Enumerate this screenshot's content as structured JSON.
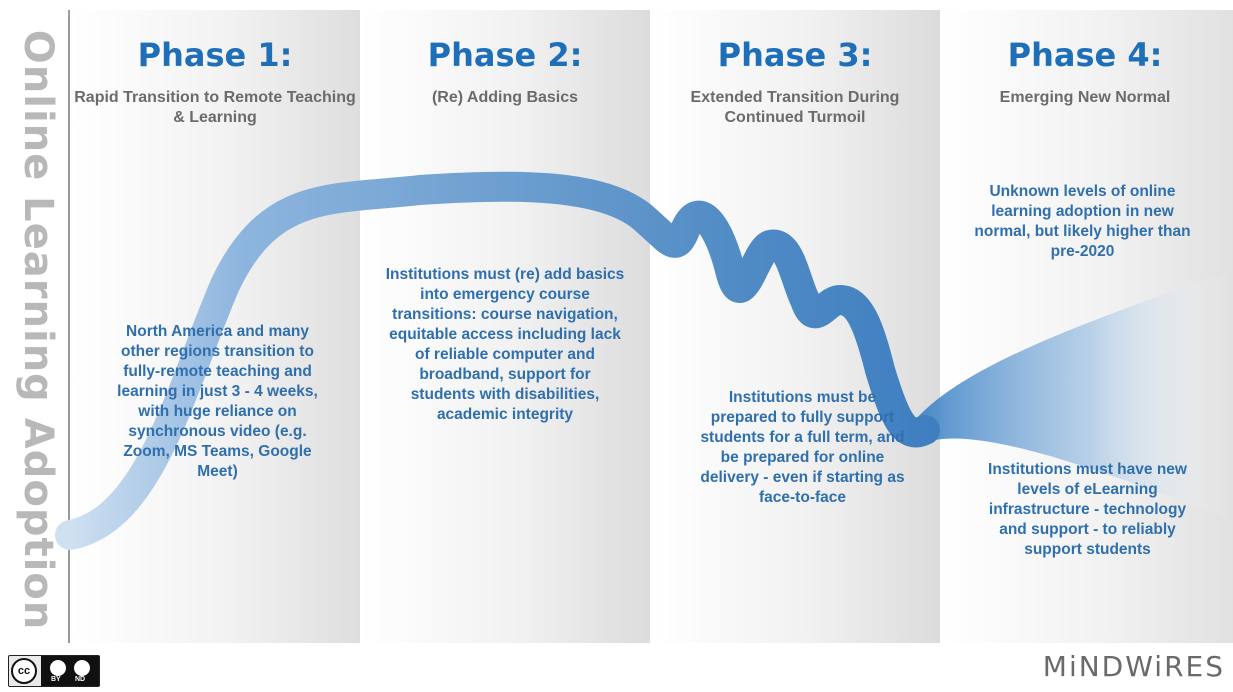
{
  "vertical_title": "Online Learning Adoption",
  "phases": [
    {
      "title": "Phase 1:",
      "subtitle": "Rapid Transition to Remote Teaching & Learning",
      "body": "North America and many other regions transition to fully-remote teaching and learning in just 3 - 4 weeks, with huge reliance on synchronous video (e.g. Zoom, MS Teams, Google Meet)"
    },
    {
      "title": "Phase 2:",
      "subtitle": "(Re) Adding Basics",
      "body": "Institutions must (re) add basics into emergency course transitions: course navigation, equitable access including lack of reliable computer and broadband, support for students with disabilities, academic integrity"
    },
    {
      "title": "Phase 3:",
      "subtitle": "Extended Transition During Continued Turmoil",
      "body": "Institutions must be prepared to fully support students for a full term, and be prepared for online delivery - even if starting as face-to-face"
    },
    {
      "title": "Phase 4:",
      "subtitle": "Emerging New Normal",
      "body_top": "Unknown levels of online learning adoption in new normal, but likely higher than pre-2020",
      "body_bottom": "Institutions must have new levels of eLearning infrastructure - technology and support - to reliably support students"
    }
  ],
  "license": {
    "cc": "cc",
    "by": "BY",
    "nd": "ND"
  },
  "brand": "MiNDWiRES",
  "colors": {
    "phase_title": "#1f6fb8",
    "body_text": "#2f6fae",
    "subtitle": "#6b6b6b",
    "vertical_title": "#b8b8b8",
    "curve": "#5b95cc"
  }
}
